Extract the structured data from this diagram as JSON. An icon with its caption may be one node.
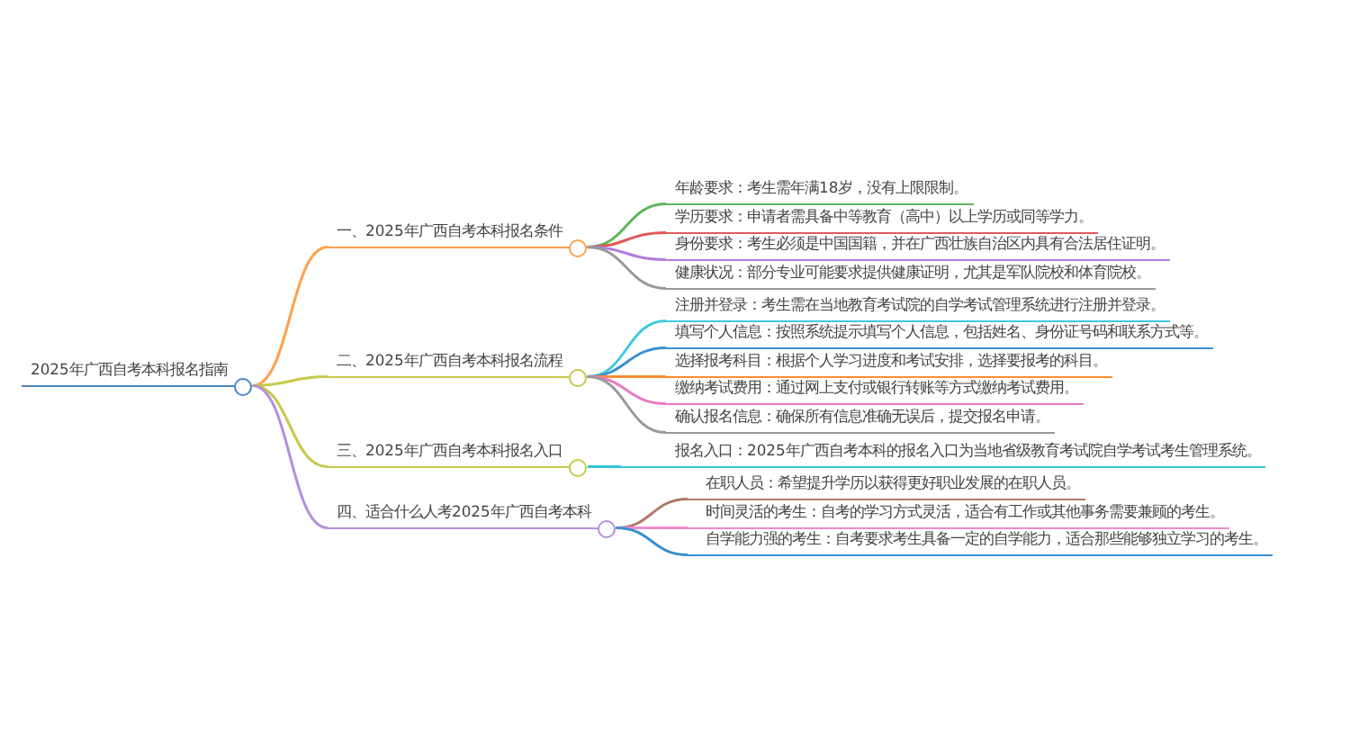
{
  "diagram": {
    "nodes": [
      {
        "text": [
          "2025年广西自考本科报名指南"
        ]
      },
      {
        "text": [
          "一、2025年广西自考本科报名条件"
        ]
      },
      {
        "text": [
          "年龄要求：考生需年满18岁，没有上限限制。"
        ]
      },
      {
        "text": [
          "学历要求：申请者需具备中等教育（高中）以上学历或同等学力。"
        ]
      },
      {
        "text": [
          "身份要求：考生必须是中国国籍，并在广西壮族自治区内具有合法居住证明。"
        ]
      },
      {
        "text": [
          "健康状况：部分专业可能要求提供健康证明，尤其是军队院校和体育院校。"
        ]
      },
      {
        "text": [
          "二、2025年广西自考本科报名流程"
        ]
      },
      {
        "text": [
          "注册并登录：考生需在当地教育考试院的自学考试管理系统进行注册并登录。"
        ]
      },
      {
        "text": [
          "填写个人信息：按照系统提示填写个人信息，包括姓名、身份证号码和联系方式等。"
        ]
      },
      {
        "text": [
          "选择报考科目：根据个人学习进度和考试安排，选择要报考的科目。"
        ]
      },
      {
        "text": [
          "缴纳考试费用：通过网上支付或银行转账等方式缴纳考试费用。"
        ]
      },
      {
        "text": [
          "确认报名信息：确保所有信息准确无误后，提交报名申请。"
        ]
      },
      {
        "text": [
          "三、2025年广西自考本科报名入口"
        ]
      },
      {
        "text": [
          "报名入口：2025年广西自考本科的报名入口为当地省级教育考试院自学考试考生管理系统。"
        ]
      },
      {
        "text": [
          "四、适合什么人考2025年广西自考本科"
        ]
      },
      {
        "text": [
          "在职人员：希望提升学历以获得更好职业发展的在职人员。"
        ]
      },
      {
        "text": [
          "时间灵活的考生：自考的学习方式灵活，适合有工作或其他事务需要兼顾的考生。"
        ]
      },
      {
        "text": [
          "自学能力强的考生：自考要求考生具备一定的自学能力，适合那些能够独立学习的考生。"
        ]
      }
    ],
    "edges": [
      {
        "from": 0,
        "to": 1,
        "arrow": "none",
        "color": "#ffa04d"
      },
      {
        "from": 1,
        "to": 2,
        "arrow": "none",
        "color": "#5cb85c"
      },
      {
        "from": 1,
        "to": 3,
        "arrow": "none",
        "color": "#e05a5a"
      },
      {
        "from": 1,
        "to": 4,
        "arrow": "none",
        "color": "#b07fdc"
      },
      {
        "from": 1,
        "to": 5,
        "arrow": "none",
        "color": "#999999"
      },
      {
        "from": 0,
        "to": 6,
        "arrow": "none",
        "color": "#c8c84a"
      },
      {
        "from": 6,
        "to": 7,
        "arrow": "none",
        "color": "#3fc8e0"
      },
      {
        "from": 6,
        "to": 8,
        "arrow": "none",
        "color": "#3a8fd0"
      },
      {
        "from": 6,
        "to": 9,
        "arrow": "none",
        "color": "#ff8c30"
      },
      {
        "from": 6,
        "to": 10,
        "arrow": "none",
        "color": "#e87ac8"
      },
      {
        "from": 6,
        "to": 11,
        "arrow": "none",
        "color": "#999999"
      },
      {
        "from": 0,
        "to": 12,
        "arrow": "none",
        "color": "#c8c84a"
      },
      {
        "from": 12,
        "to": 13,
        "arrow": "none",
        "color": "#35c5d8"
      },
      {
        "from": 0,
        "to": 14,
        "arrow": "none",
        "color": "#b48fdc"
      },
      {
        "from": 14,
        "to": 15,
        "arrow": "none",
        "color": "#b07a6a"
      },
      {
        "from": 14,
        "to": 16,
        "arrow": "none",
        "color": "#f08cd0"
      },
      {
        "from": 14,
        "to": 17,
        "arrow": "none",
        "color": "#3a8fd0"
      }
    ]
  }
}
